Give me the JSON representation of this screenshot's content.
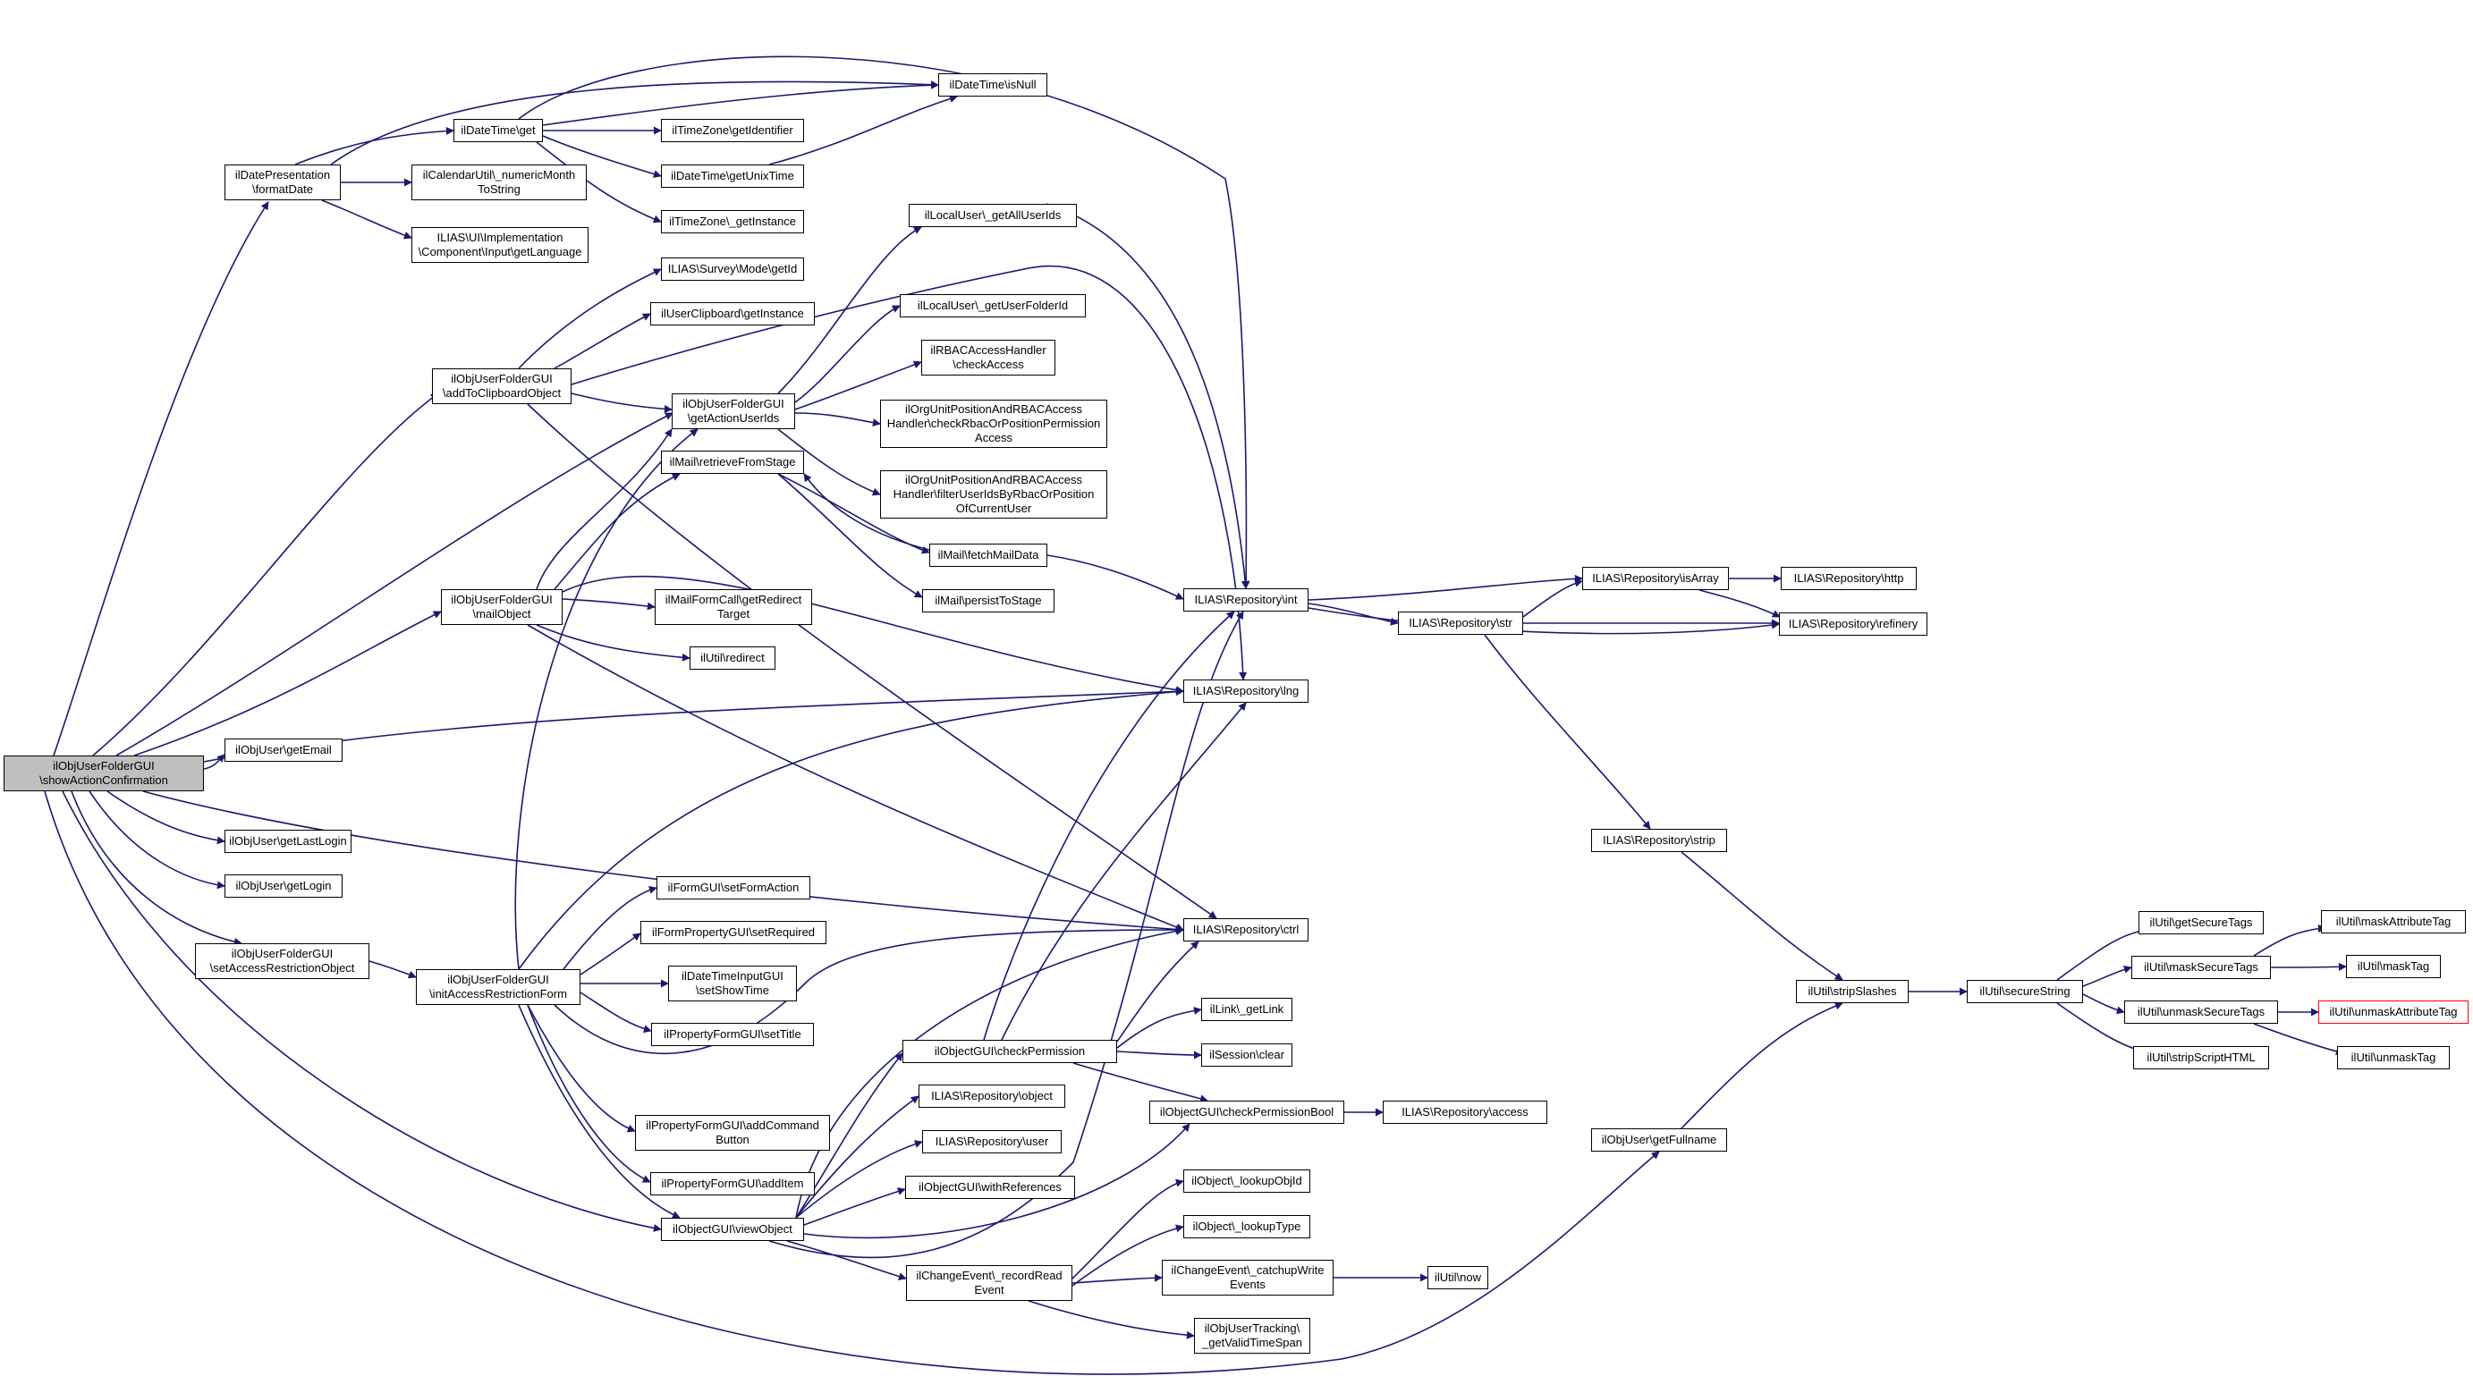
{
  "colors": {
    "edge": "#191970",
    "node_border": "#000000",
    "root_fill": "#bfbfbf",
    "truncated_border": "#ff0000"
  },
  "nodes": {
    "root": "ilObjUserFolderGUI\n\\showActionConfirmation",
    "formatDate": "ilDatePresentation\n\\formatDate",
    "dtGet": "ilDateTime\\get",
    "dtIsNull": "ilDateTime\\isNull",
    "tzGetId": "ilTimeZone\\getIdentifier",
    "dtGetUnix": "ilDateTime\\getUnixTime",
    "tzGetInst": "ilTimeZone\\_getInstance",
    "calNumMonth": "ilCalendarUtil\\_numericMonth\nToString",
    "uiGetLang": "ILIAS\\UI\\Implementation\n\\Component\\Input\\getLanguage",
    "surveyGetId": "ILIAS\\Survey\\Mode\\getId",
    "clipGetInst": "ilUserClipboard\\getInstance",
    "addToClip": "ilObjUserFolderGUI\n\\addToClipboardObject",
    "getActionUserIds": "ilObjUserFolderGUI\n\\getActionUserIds",
    "getAllUserIds": "ilLocalUser\\_getAllUserIds",
    "getUserFolderId": "ilLocalUser\\_getUserFolderId",
    "rbacCheck": "ilRBACAccessHandler\n\\checkAccess",
    "orgCheck": "ilOrgUnitPositionAndRBACAccess\nHandler\\checkRbacOrPositionPermission\nAccess",
    "orgFilter": "ilOrgUnitPositionAndRBACAccess\nHandler\\filterUserIdsByRbacOrPosition\nOfCurrentUser",
    "retrieveFromStage": "ilMail\\retrieveFromStage",
    "fetchMailData": "ilMail\\fetchMailData",
    "persistToStage": "ilMail\\persistToStage",
    "mailObject": "ilObjUserFolderGUI\n\\mailObject",
    "getRedirect": "ilMailFormCall\\getRedirect\nTarget",
    "redirect": "ilUtil\\redirect",
    "repoInt": "ILIAS\\Repository\\int",
    "repoIsArray": "ILIAS\\Repository\\isArray",
    "repoHttp": "ILIAS\\Repository\\http",
    "repoStr": "ILIAS\\Repository\\str",
    "repoRefinery": "ILIAS\\Repository\\refinery",
    "repoLng": "ILIAS\\Repository\\lng",
    "getEmail": "ilObjUser\\getEmail",
    "getLastLogin": "ilObjUser\\getLastLogin",
    "getLogin": "ilObjUser\\getLogin",
    "setAccessRestr": "ilObjUserFolderGUI\n\\setAccessRestrictionObject",
    "initAccessRestr": "ilObjUserFolderGUI\n\\initAccessRestrictionForm",
    "setFormAction": "ilFormGUI\\setFormAction",
    "setRequired": "ilFormPropertyGUI\\setRequired",
    "setShowTime": "ilDateTimeInputGUI\n\\setShowTime",
    "setTitle": "ilPropertyFormGUI\\setTitle",
    "addCmdBtn": "ilPropertyFormGUI\\addCommand\nButton",
    "addItem": "ilPropertyFormGUI\\addItem",
    "viewObject": "ilObjectGUI\\viewObject",
    "repoCtrl": "ILIAS\\Repository\\ctrl",
    "getLink": "ilLink\\_getLink",
    "sessClear": "ilSession\\clear",
    "checkPerm": "ilObjectGUI\\checkPermission",
    "checkPermBool": "ilObjectGUI\\checkPermissionBool",
    "repoAccess": "ILIAS\\Repository\\access",
    "repoObject": "ILIAS\\Repository\\object",
    "repoUser": "ILIAS\\Repository\\user",
    "withRefs": "ilObjectGUI\\withReferences",
    "lookupObjId": "ilObject\\_lookupObjId",
    "lookupType": "ilObject\\_lookupType",
    "recordRead": "ilChangeEvent\\_recordRead\nEvent",
    "catchupWrite": "ilChangeEvent\\_catchupWrite\nEvents",
    "utilNow": "ilUtil\\now",
    "validTimeSpan": "ilObjUserTracking\\\n_getValidTimeSpan",
    "repoStrip": "ILIAS\\Repository\\strip",
    "stripSlashes": "ilUtil\\stripSlashes",
    "getFullname": "ilObjUser\\getFullname",
    "secureString": "ilUtil\\secureString",
    "getSecureTags": "ilUtil\\getSecureTags",
    "maskSecureTags": "ilUtil\\maskSecureTags",
    "unmaskSecureTags": "ilUtil\\unmaskSecureTags",
    "stripScriptHTML": "ilUtil\\stripScriptHTML",
    "maskAttrTag": "ilUtil\\maskAttributeTag",
    "maskTag": "ilUtil\\maskTag",
    "unmaskAttrTag": "ilUtil\\unmaskAttributeTag",
    "unmaskTag": "ilUtil\\unmaskTag"
  }
}
